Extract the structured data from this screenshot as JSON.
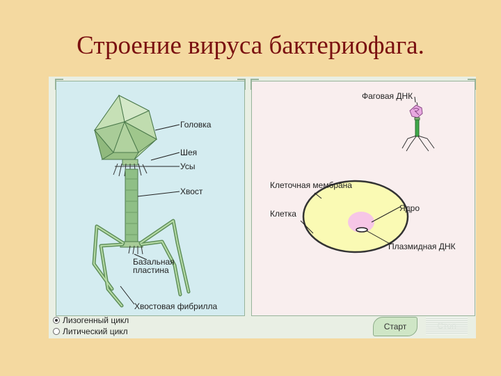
{
  "slide": {
    "title": "Строение вируса бактериофага."
  },
  "left_panel": {
    "labels": {
      "head": "Головка",
      "neck": "Шея",
      "whiskers": "Усы",
      "tail": "Хвост",
      "baseplate_line1": "Базальная",
      "baseplate_line2": "пластина",
      "fibril": "Хвостовая фибрилла"
    }
  },
  "right_panel": {
    "labels": {
      "phage_dna": "Фаговая ДНК",
      "membrane": "Клеточная мембрана",
      "cell": "Клетка",
      "nucleus": "Ядро",
      "plasmid": "Плазмидная ДНК"
    }
  },
  "controls": {
    "options": [
      "Лизогенный цикл",
      "Литический цикл"
    ],
    "selected": "Лизогенный цикл",
    "start_label": "Старт",
    "stop_label": "Стоп"
  },
  "colors": {
    "background": "#f4d9a0",
    "title": "#7a1010",
    "head_fill": "#b9d8a6",
    "tail_fill": "#8fbf86",
    "cell_fill": "#fafab4",
    "nucleus_fill": "#f6c6e6"
  }
}
